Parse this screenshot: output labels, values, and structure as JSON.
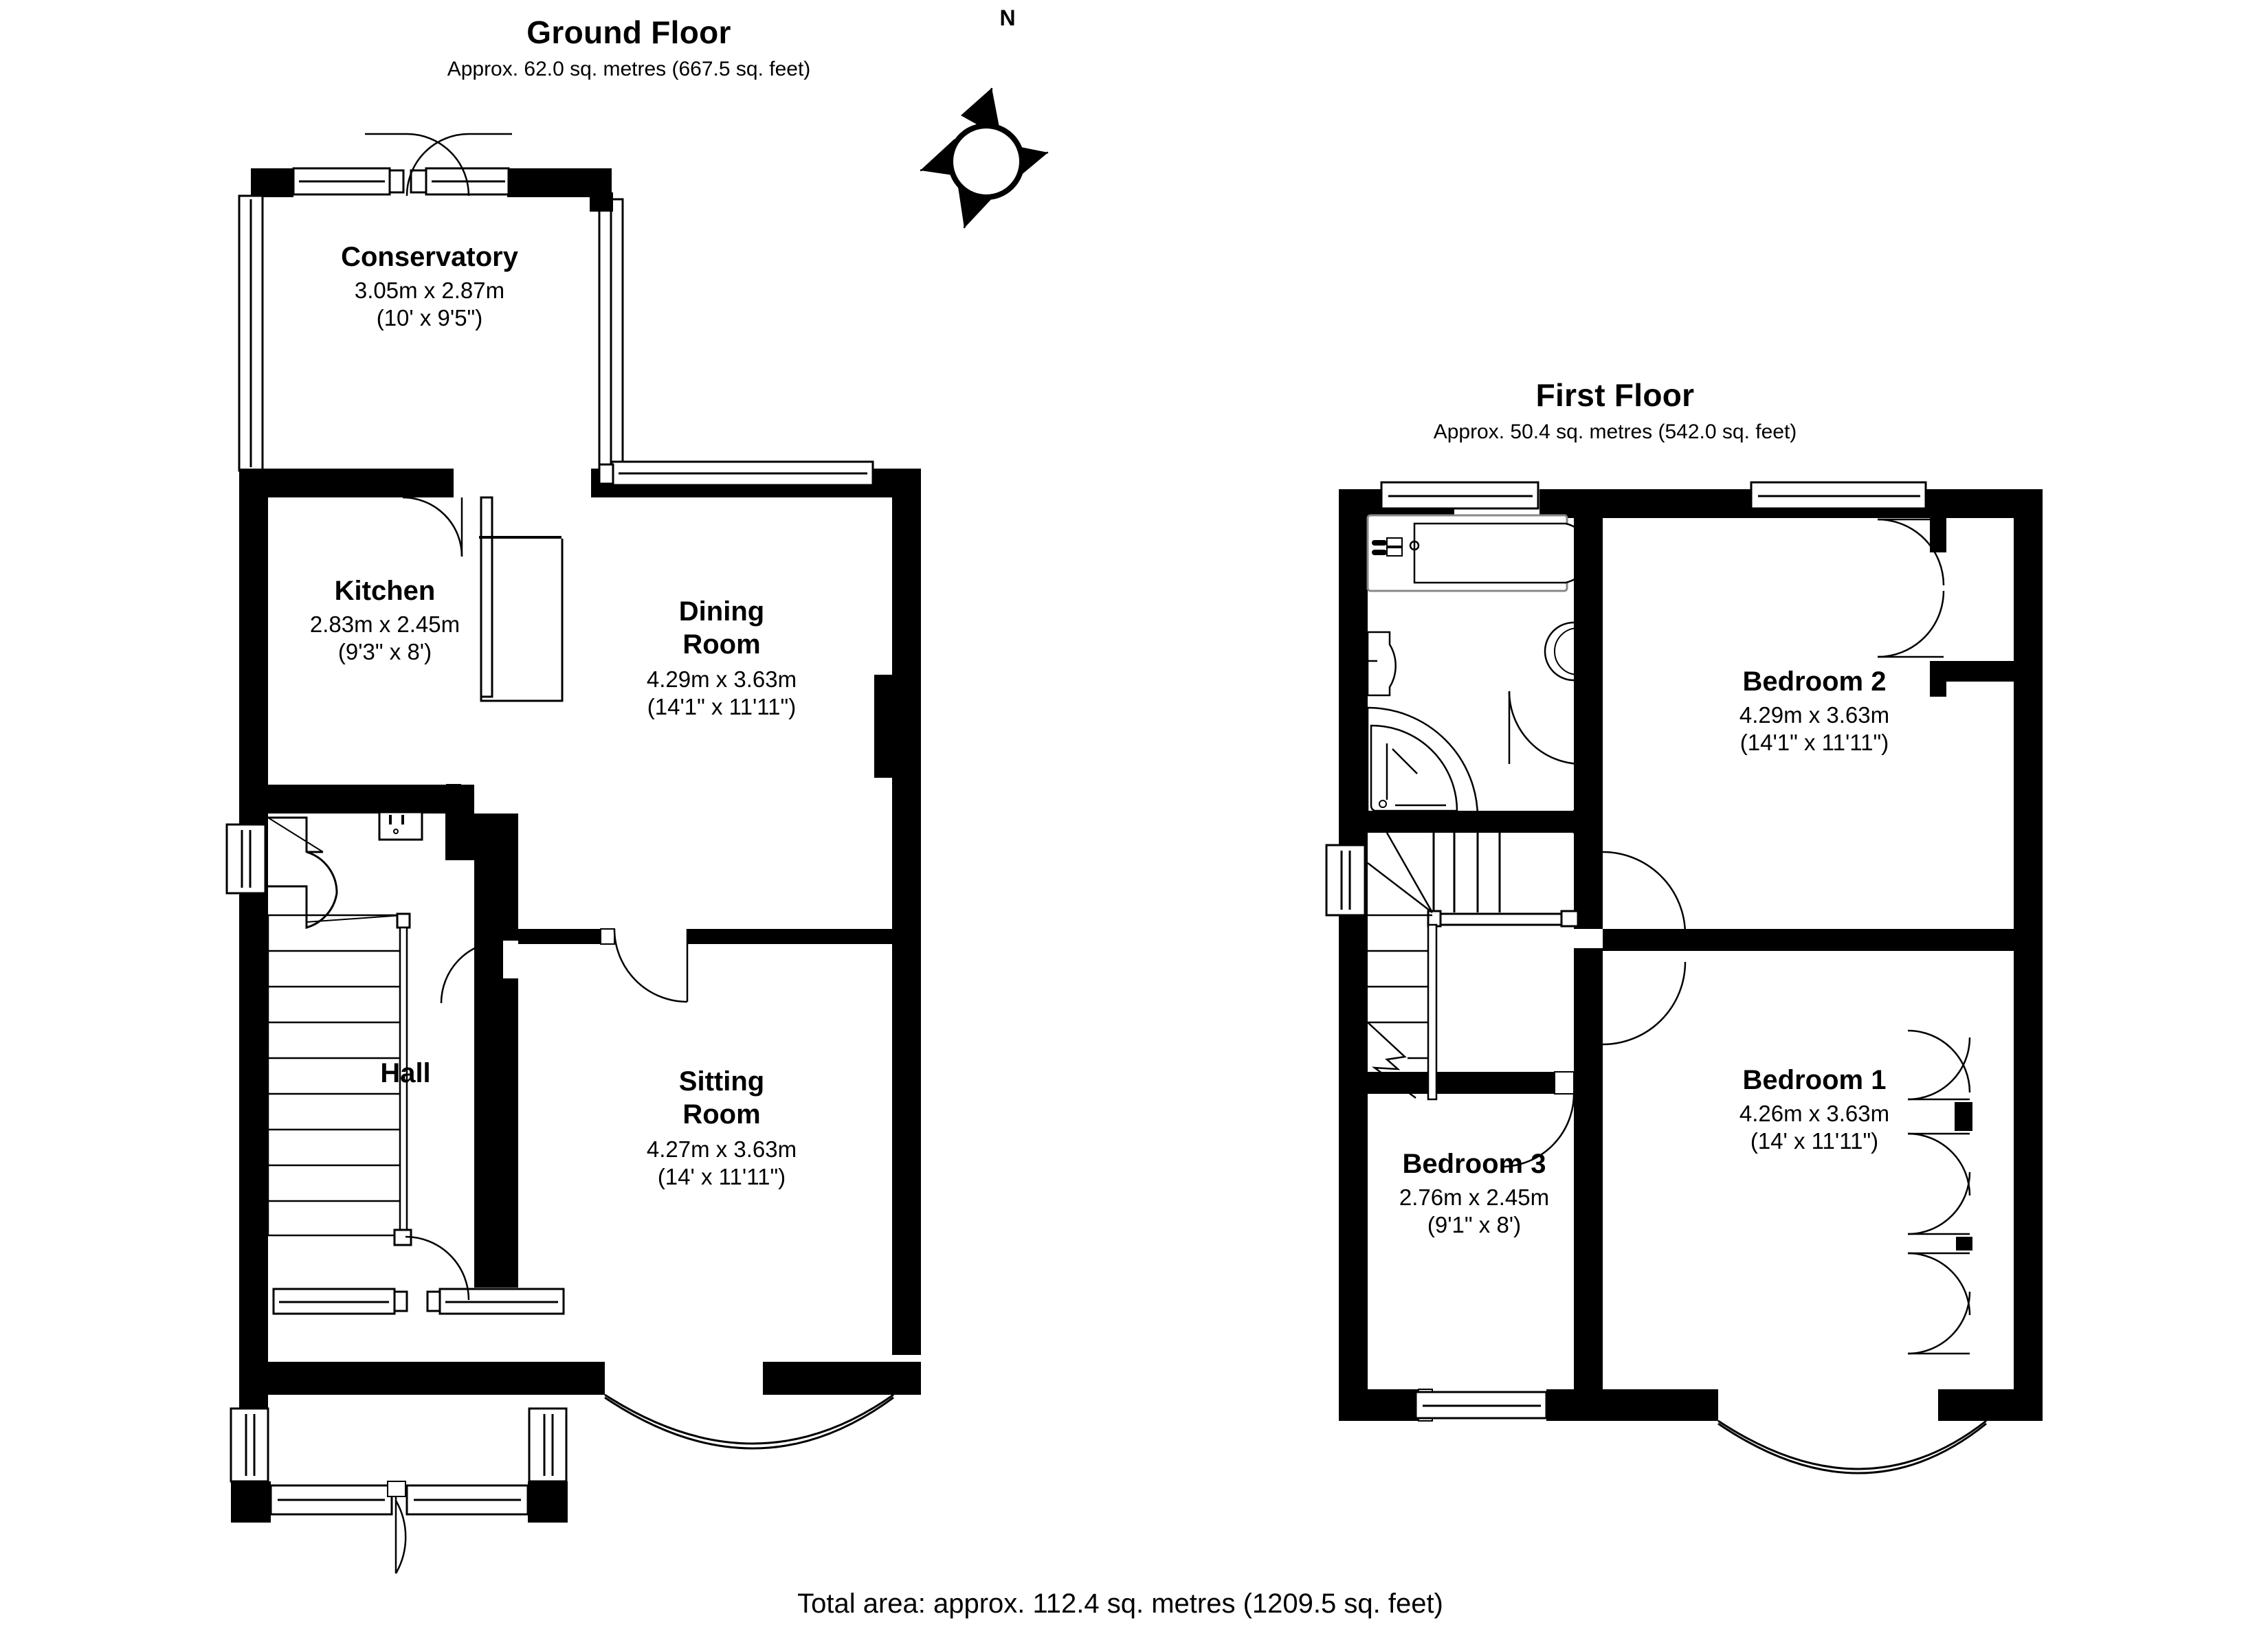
{
  "document": {
    "type": "floor-plan",
    "total_area": "Total area: approx. 112.4 sq. metres (1209.5 sq. feet)"
  },
  "compass": {
    "label": "N",
    "icon": "compass-rose-icon"
  },
  "floors": [
    {
      "id": "ground",
      "title": "Ground Floor",
      "area": "Approx. 62.0 sq. metres (667.5 sq. feet)",
      "rooms": [
        {
          "id": "conservatory",
          "name": "Conservatory",
          "dim_metric": "3.05m x 2.87m",
          "dim_imperial": "(10' x 9'5\")"
        },
        {
          "id": "kitchen",
          "name": "Kitchen",
          "dim_metric": "2.83m x 2.45m",
          "dim_imperial": "(9'3\" x 8')"
        },
        {
          "id": "dining-room",
          "name_line1": "Dining",
          "name_line2": "Room",
          "dim_metric": "4.29m x 3.63m",
          "dim_imperial": "(14'1\" x 11'11\")"
        },
        {
          "id": "sitting-room",
          "name_line1": "Sitting",
          "name_line2": "Room",
          "dim_metric": "4.27m x 3.63m",
          "dim_imperial": "(14' x 11'11\")"
        },
        {
          "id": "hall",
          "name": "Hall",
          "dim_metric": "",
          "dim_imperial": ""
        }
      ]
    },
    {
      "id": "first",
      "title": "First Floor",
      "area": "Approx. 50.4 sq. metres (542.0 sq. feet)",
      "rooms": [
        {
          "id": "bedroom-2",
          "name": "Bedroom 2",
          "dim_metric": "4.29m x 3.63m",
          "dim_imperial": "(14'1\" x 11'11\")"
        },
        {
          "id": "bedroom-1",
          "name": "Bedroom 1",
          "dim_metric": "4.26m x 3.63m",
          "dim_imperial": "(14' x 11'11\")"
        },
        {
          "id": "bedroom-3",
          "name": "Bedroom 3",
          "dim_metric": "2.76m x 2.45m",
          "dim_imperial": "(9'1\" x 8')"
        }
      ],
      "fixtures": [
        "bath-icon",
        "wash-basin-icon",
        "toilet-icon",
        "shower-cubicle-icon"
      ]
    }
  ],
  "colors": {
    "wall": "#000000",
    "line": "#000000",
    "background": "#ffffff",
    "fixture_stroke": "#555555"
  }
}
